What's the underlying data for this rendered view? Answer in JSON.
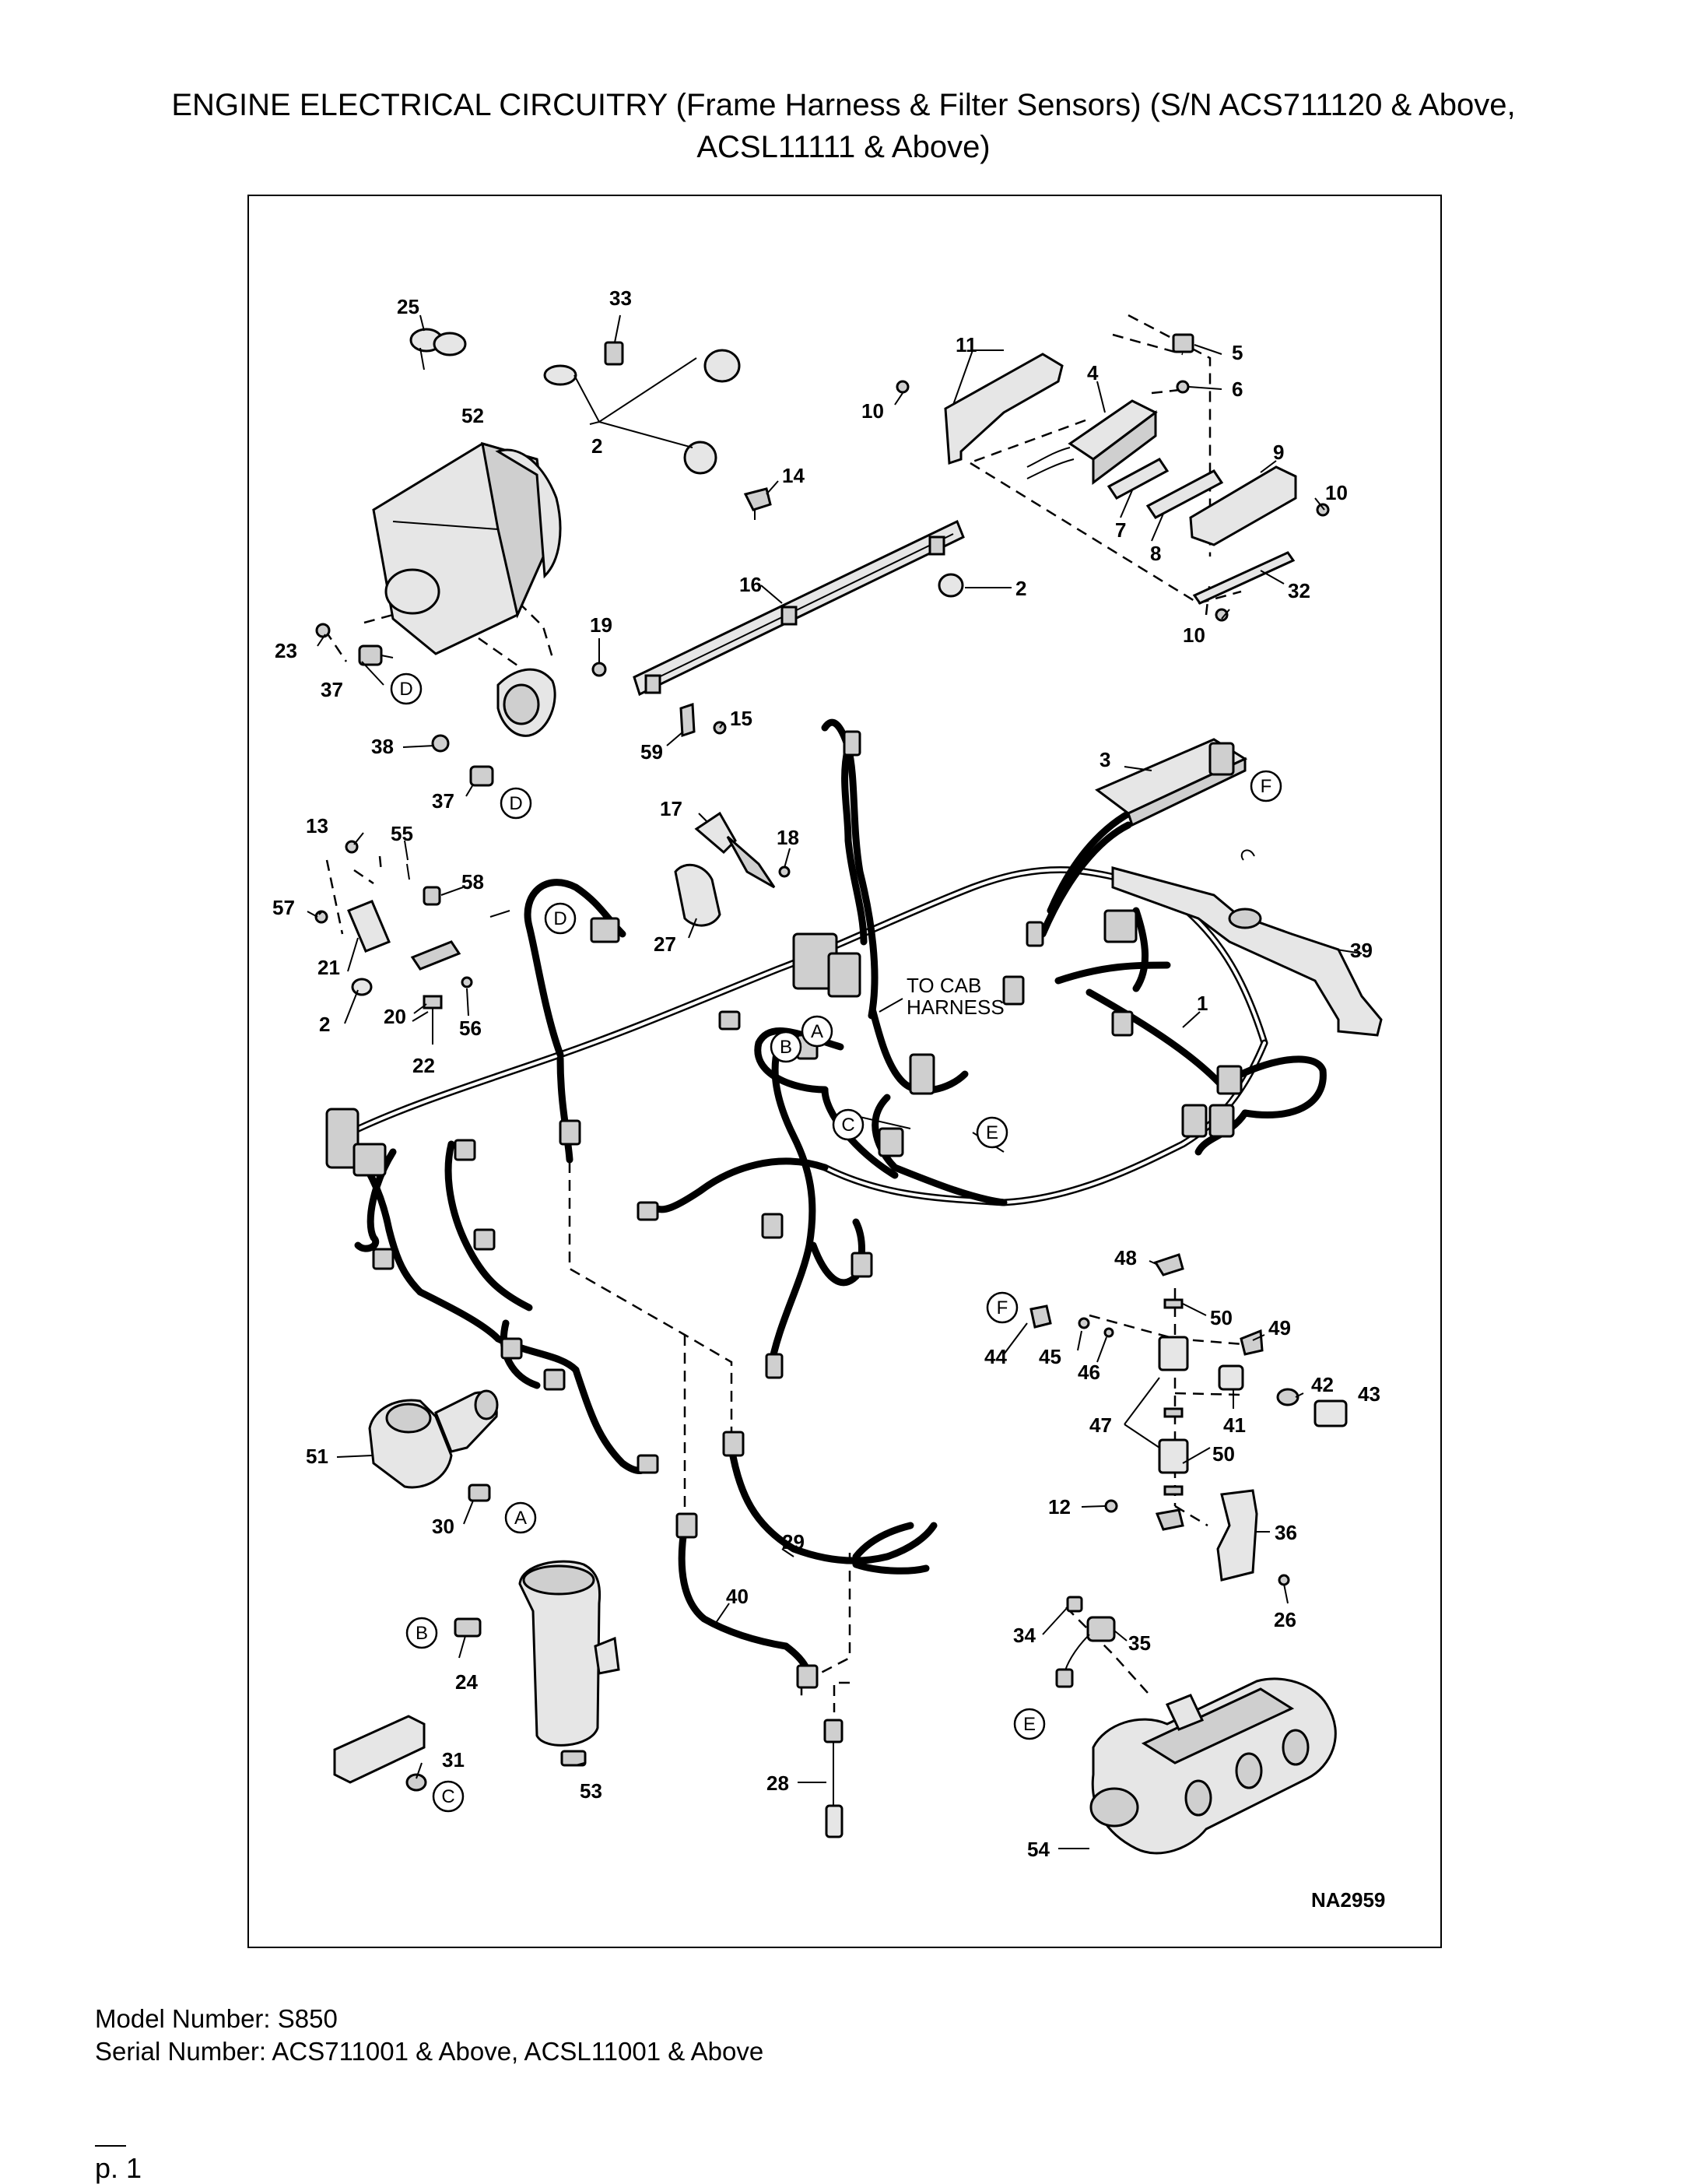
{
  "header": {
    "title_line1": "ENGINE ELECTRICAL CIRCUITRY (Frame Harness & Filter Sensors) (S/N ACS711120 & Above,",
    "title_line2": "ACSL11111 & Above)"
  },
  "diagram": {
    "drawing_code": "NA2959",
    "note_to_cab": "TO CAB",
    "note_harness": "HARNESS",
    "part_labels": {
      "p1": "1",
      "p2a": "2",
      "p2b": "2",
      "p2c": "2",
      "p3": "3",
      "p4": "4",
      "p5": "5",
      "p6": "6",
      "p7": "7",
      "p8": "8",
      "p9": "9",
      "p10a": "10",
      "p10b": "10",
      "p10c": "10",
      "p11": "11",
      "p12": "12",
      "p13": "13",
      "p14": "14",
      "p15": "15",
      "p16": "16",
      "p17": "17",
      "p18": "18",
      "p19": "19",
      "p20": "20",
      "p21": "21",
      "p22": "22",
      "p23": "23",
      "p24": "24",
      "p25": "25",
      "p26": "26",
      "p27": "27",
      "p28": "28",
      "p29": "29",
      "p30": "30",
      "p31": "31",
      "p32": "32",
      "p33": "33",
      "p34": "34",
      "p35": "35",
      "p36": "36",
      "p37a": "37",
      "p37b": "37",
      "p38": "38",
      "p39": "39",
      "p40": "40",
      "p41": "41",
      "p42": "42",
      "p43": "43",
      "p44": "44",
      "p45": "45",
      "p46": "46",
      "p47": "47",
      "p48": "48",
      "p49": "49",
      "p50a": "50",
      "p50b": "50",
      "p51": "51",
      "p52": "52",
      "p53": "53",
      "p54": "54",
      "p55": "55",
      "p56": "56",
      "p57": "57",
      "p58": "58",
      "p59": "59"
    },
    "connector_refs": {
      "a_harness": "A",
      "b_harness": "B",
      "c_harness": "C",
      "d_harness": "D",
      "e_harness": "E",
      "f_fusebox": "F",
      "d_sensor1": "D",
      "d_sensor2": "D",
      "a_sensor": "A",
      "b_sensor": "B",
      "c_sensor": "C",
      "e_valve": "E",
      "f_relay": "F"
    }
  },
  "footer": {
    "model_number": "Model Number: S850",
    "serial_number": "Serial Number: ACS711001 & Above, ACSL11001 & Above",
    "page": "p. 1"
  }
}
